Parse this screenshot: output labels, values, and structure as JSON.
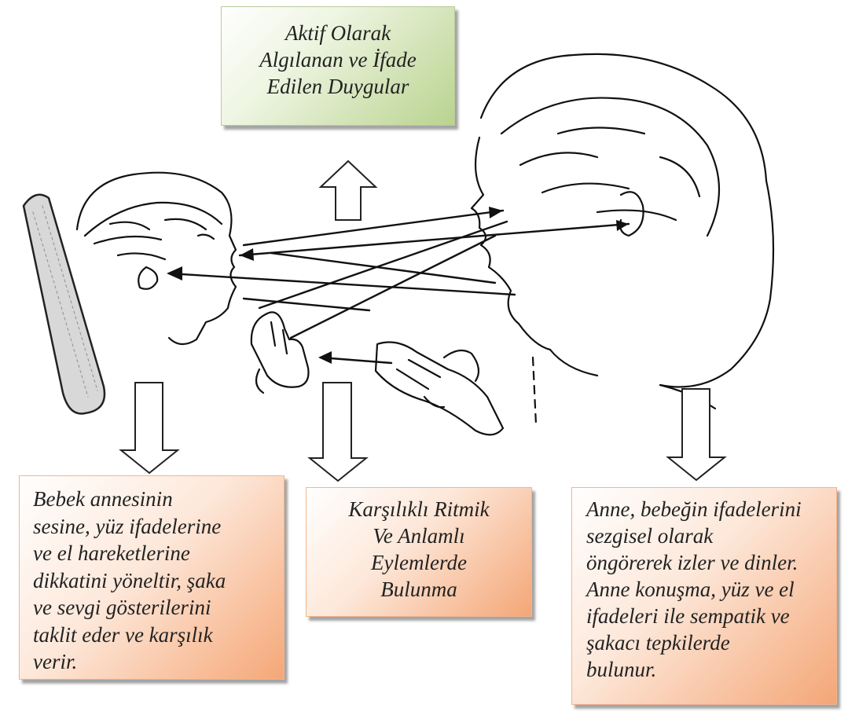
{
  "top_box": {
    "lines": [
      "Aktif Olarak",
      "Algılanan ve İfade",
      "Edilen Duygular"
    ]
  },
  "box_left": {
    "lines": [
      "Bebek annesinin",
      "sesine, yüz ifadelerine",
      "ve el hareketlerine",
      "dikkatini yöneltir, şaka",
      "ve sevgi gösterilerini",
      "taklit eder ve karşılık",
      "verir."
    ]
  },
  "box_middle": {
    "lines": [
      "Karşılıklı Ritmik",
      "Ve Anlamlı",
      "Eylemlerde",
      "Bulunma"
    ]
  },
  "box_right": {
    "lines": [
      "Anne, bebeğin ifadelerini",
      "sezgisel olarak",
      "öngörerek izler ve dinler.",
      "Anne konuşma, yüz ve el",
      "ifadeleri ile sempatik ve",
      "şakacı tepkilerde",
      "bulunur."
    ]
  },
  "colors": {
    "green_box": "#b9d38f",
    "orange_box": "#f4a676",
    "line_art": "#111111"
  }
}
